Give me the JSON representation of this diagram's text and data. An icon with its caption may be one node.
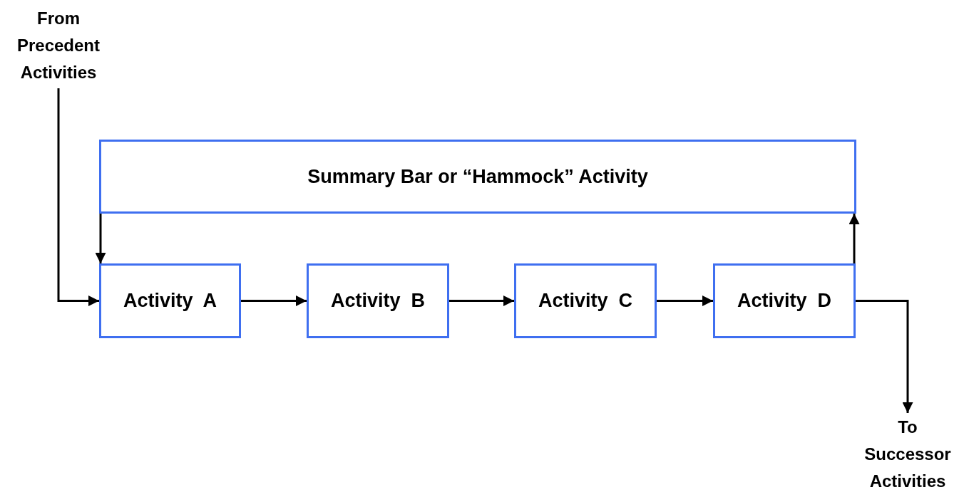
{
  "diagram": {
    "nodes": [
      {
        "text": [
          "From Precedent Activities"
        ]
      },
      {
        "text": [
          "Summary Bar or “Hammock” Activity"
        ]
      },
      {
        "text": [
          "Activity  A"
        ]
      },
      {
        "text": [
          "Activity  B"
        ]
      },
      {
        "text": [
          "Activity  C"
        ]
      },
      {
        "text": [
          "Activity  D"
        ]
      },
      {
        "text": [
          "To Successor Activities"
        ]
      }
    ],
    "edges": [
      {
        "from": 0,
        "to": 2,
        "arrow": "to"
      },
      {
        "from": 1,
        "to": 2,
        "arrow": "to"
      },
      {
        "from": 2,
        "to": 3,
        "arrow": "to"
      },
      {
        "from": 3,
        "to": 4,
        "arrow": "to"
      },
      {
        "from": 4,
        "to": 5,
        "arrow": "to"
      },
      {
        "from": 5,
        "to": 1,
        "arrow": "to"
      },
      {
        "from": 5,
        "to": 6,
        "arrow": "to"
      }
    ]
  }
}
